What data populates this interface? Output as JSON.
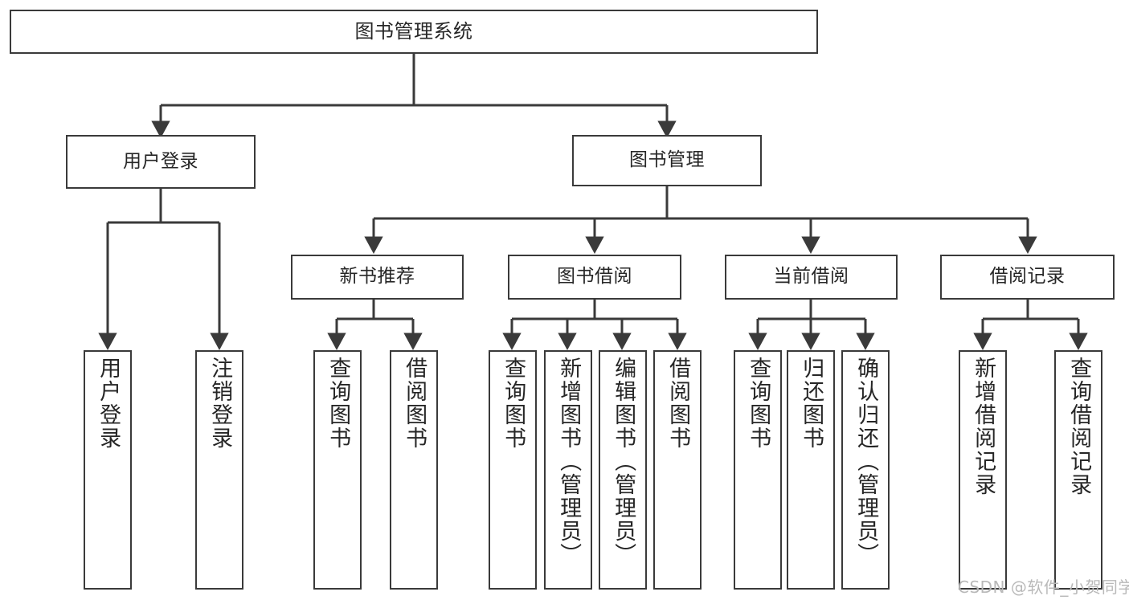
{
  "diagram": {
    "title": "图书管理系统",
    "type": "tree-hierarchy",
    "watermark": "CSDN @软件_小贺同学",
    "colors": {
      "stroke": "#3a3a3a",
      "fill": "#ffffff",
      "text": "#262626",
      "watermark": "#b9b9b9"
    },
    "nodes": {
      "root": {
        "label": "图书管理系统"
      },
      "level2": [
        {
          "id": "user-login",
          "label": "用户登录"
        },
        {
          "id": "book-management",
          "label": "图书管理"
        }
      ],
      "level3": [
        {
          "id": "new-book-recommend",
          "label": "新书推荐"
        },
        {
          "id": "book-borrow",
          "label": "图书借阅"
        },
        {
          "id": "current-borrow",
          "label": "当前借阅"
        },
        {
          "id": "borrow-record",
          "label": "借阅记录"
        }
      ],
      "leaves": {
        "user_login": [
          {
            "id": "leaf-user-login",
            "label": "用户登录"
          },
          {
            "id": "leaf-logout",
            "label": "注销登录"
          }
        ],
        "new_book_recommend": [
          {
            "id": "leaf-query-book-1",
            "label": "查询图书"
          },
          {
            "id": "leaf-borrow-book-1",
            "label": "借阅图书"
          }
        ],
        "book_borrow": [
          {
            "id": "leaf-query-book-2",
            "label": "查询图书"
          },
          {
            "id": "leaf-add-book",
            "label": "新增图书（管理员）"
          },
          {
            "id": "leaf-edit-book",
            "label": "编辑图书（管理员）"
          },
          {
            "id": "leaf-borrow-book-2",
            "label": "借阅图书"
          }
        ],
        "current_borrow": [
          {
            "id": "leaf-query-book-3",
            "label": "查询图书"
          },
          {
            "id": "leaf-return-book",
            "label": "归还图书"
          },
          {
            "id": "leaf-confirm-return",
            "label": "确认归还（管理员）"
          }
        ],
        "borrow_record": [
          {
            "id": "leaf-add-record",
            "label": "新增借阅记录"
          },
          {
            "id": "leaf-query-record",
            "label": "查询借阅记录"
          }
        ]
      }
    }
  }
}
